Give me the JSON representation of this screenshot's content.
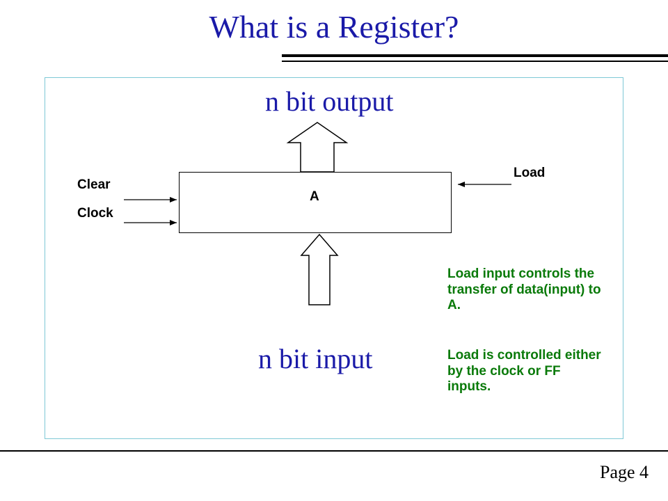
{
  "slide": {
    "title": "What is a Register?",
    "page": "Page 4"
  },
  "diagram": {
    "output_label": "n bit output",
    "input_label": "n bit input",
    "register_label": "A",
    "clear_label": "Clear",
    "clock_label": "Clock",
    "load_label": "Load"
  },
  "notes": {
    "line1": "Load input controls the transfer of data(input) to A.",
    "line2": "Load is controlled either by the clock or FF inputs."
  }
}
